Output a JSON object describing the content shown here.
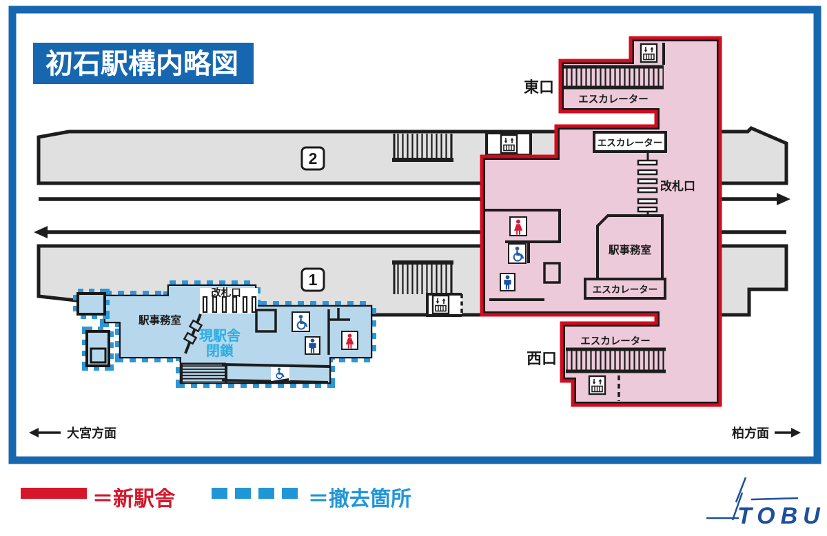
{
  "title": "初石駅構内略図",
  "labels": {
    "escalator": "エスカレーター",
    "ticket_gate": "改札口",
    "station_office": "駅事務室",
    "east_exit": "東口",
    "west_exit": "西口",
    "platform_2": "2",
    "platform_1": "1",
    "current_building_line1": "現駅舎",
    "current_building_line2": "閉鎖"
  },
  "directions": {
    "toward_omiya": "大宮方面",
    "toward_kashiwa": "柏方面"
  },
  "legend": {
    "new_station": "＝新駅舎",
    "removed": "＝撤去箇所"
  },
  "logo_text": "TOBU",
  "icons": [
    "elevator-icon",
    "escalator-hatch",
    "wheelchair-icon",
    "male-restroom-icon",
    "female-restroom-icon",
    "arrow-left-icon",
    "arrow-right-icon"
  ],
  "colors": {
    "frame_blue": "#1767b0",
    "new_building_fill": "#edcada",
    "new_building_outline": "#d30b1e",
    "old_building_fill": "#b7d8ec",
    "old_building_dash": "#2b97d8",
    "closure_text": "#2aaee4",
    "platform_gray": "#e0e0e0",
    "wall_black": "#1d1d1d",
    "legend_red": "#d6172b",
    "legend_blue": "#2196d6",
    "logo_blue": "#1d4f9b"
  }
}
